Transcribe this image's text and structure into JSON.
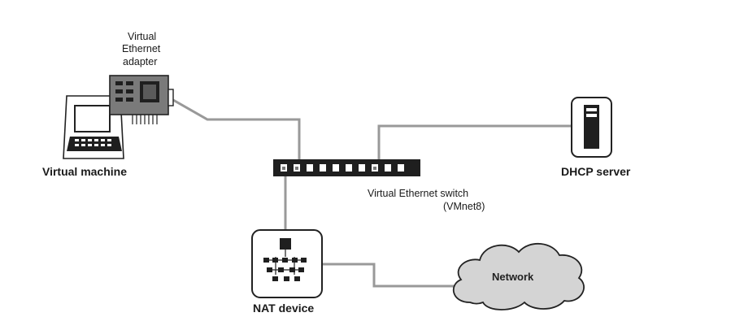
{
  "labels": {
    "adapter_line1": "Virtual",
    "adapter_line2": "Ethernet",
    "adapter_line3": "adapter",
    "virtual_machine": "Virtual machine",
    "dhcp_server": "DHCP server",
    "switch_line1": "Virtual Ethernet switch",
    "switch_line2": "(VMnet8)",
    "nat_device": "NAT device",
    "network": "Network"
  },
  "colors": {
    "line": "#999999",
    "device_outline": "#222222",
    "dark": "#1f1f1f",
    "card": "#7a7a7a",
    "cloud_fill": "#d4d4d4"
  },
  "icons": [
    "laptop-icon",
    "network-card-icon",
    "switch-icon",
    "server-icon",
    "nat-router-icon",
    "cloud-icon"
  ]
}
